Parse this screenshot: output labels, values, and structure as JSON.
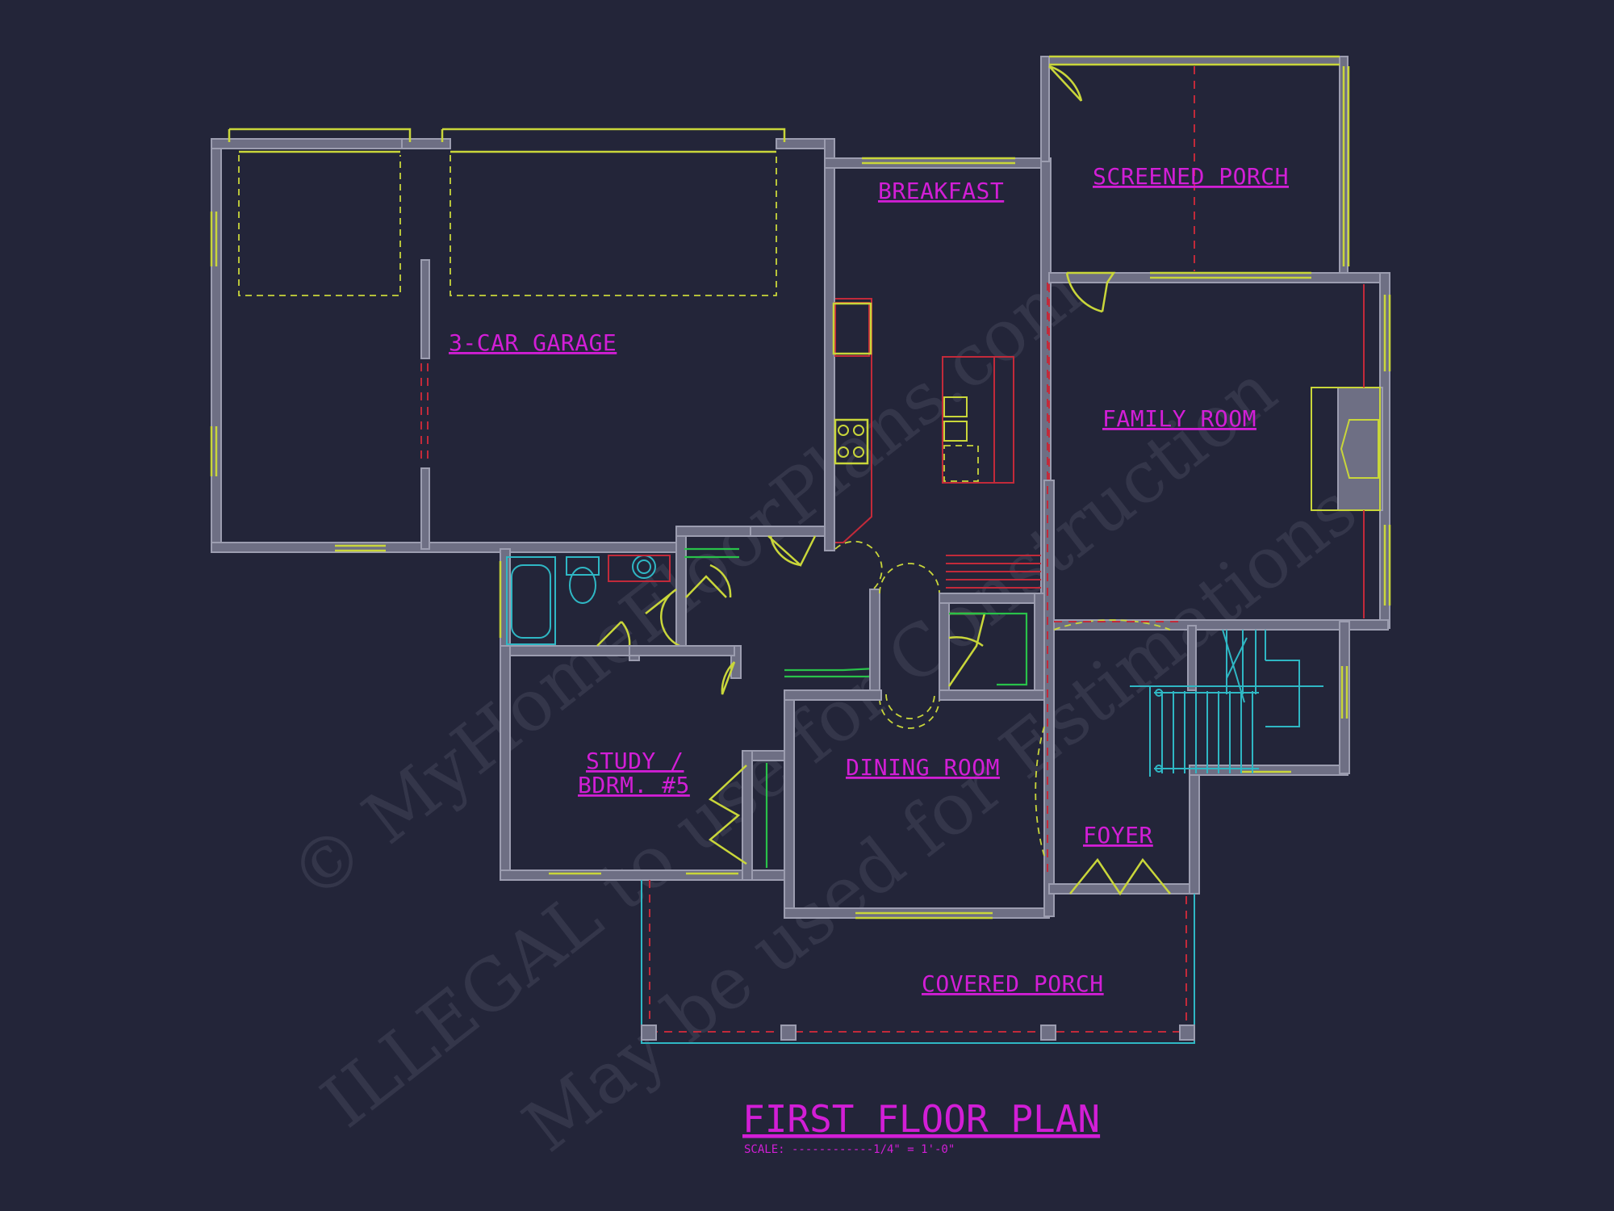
{
  "plan": {
    "title": "FIRST FLOOR PLAN",
    "scale_text": "SCALE: ------------1/4\" = 1'-0\"",
    "rooms": {
      "garage": "3-CAR GARAGE",
      "breakfast": "BREAKFAST",
      "screened_porch": "SCREENED PORCH",
      "family_room": "FAMILY ROOM",
      "study_line1": "STUDY /",
      "study_line2": "BDRM. #5",
      "dining_room": "DINING ROOM",
      "foyer": "FOYER",
      "covered_porch": "COVERED PORCH"
    }
  },
  "watermark": {
    "line1": "© MyHomeFloorPlans.com",
    "line2": "ILLEGAL to use for Construction",
    "line3": "May be used for Estimations"
  },
  "colors": {
    "background": "#232539",
    "wall": "#6e6f84",
    "label": "#d21ed6",
    "window_door": "#c9d63a",
    "structure_red": "#c22a3a",
    "fixture_cyan": "#2fb7c4",
    "cabinet_green": "#29c24a"
  }
}
